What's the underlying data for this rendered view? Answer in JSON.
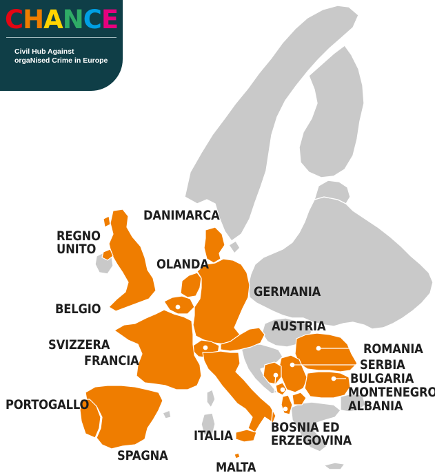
{
  "logo": {
    "letters": [
      "C",
      "H",
      "A",
      "N",
      "C",
      "E"
    ],
    "letter_colors": [
      "#e30613",
      "#ef7d00",
      "#ffd400",
      "#2fac66",
      "#009fe3",
      "#e6007e"
    ],
    "tagline_line1": "Civil Hub Against",
    "tagline_line2": "orgaNised Crime in Europe",
    "badge_color": "#0f3e47"
  },
  "colors": {
    "highlight": "#ef7d00",
    "other": "#c9c9c9",
    "label": "#1e1e1e"
  },
  "countries": {
    "regno_unito": "REGNO UNITO",
    "danimarca": "DANIMARCA",
    "olanda": "OLANDA",
    "belgio": "BELGIO",
    "germania": "GERMANIA",
    "austria": "AUSTRIA",
    "svizzera": "SVIZZERA",
    "francia": "FRANCIA",
    "portogallo": "PORTOGALLO",
    "spagna": "SPAGNA",
    "italia": "ITALIA",
    "malta": "MALTA",
    "romania": "ROMANIA",
    "serbia": "SERBIA",
    "bulgaria": "BULGARIA",
    "montenegro": "MONTENEGRO",
    "albania": "ALBANIA",
    "bosnia": "BOSNIA ED ERZEGOVINA"
  }
}
